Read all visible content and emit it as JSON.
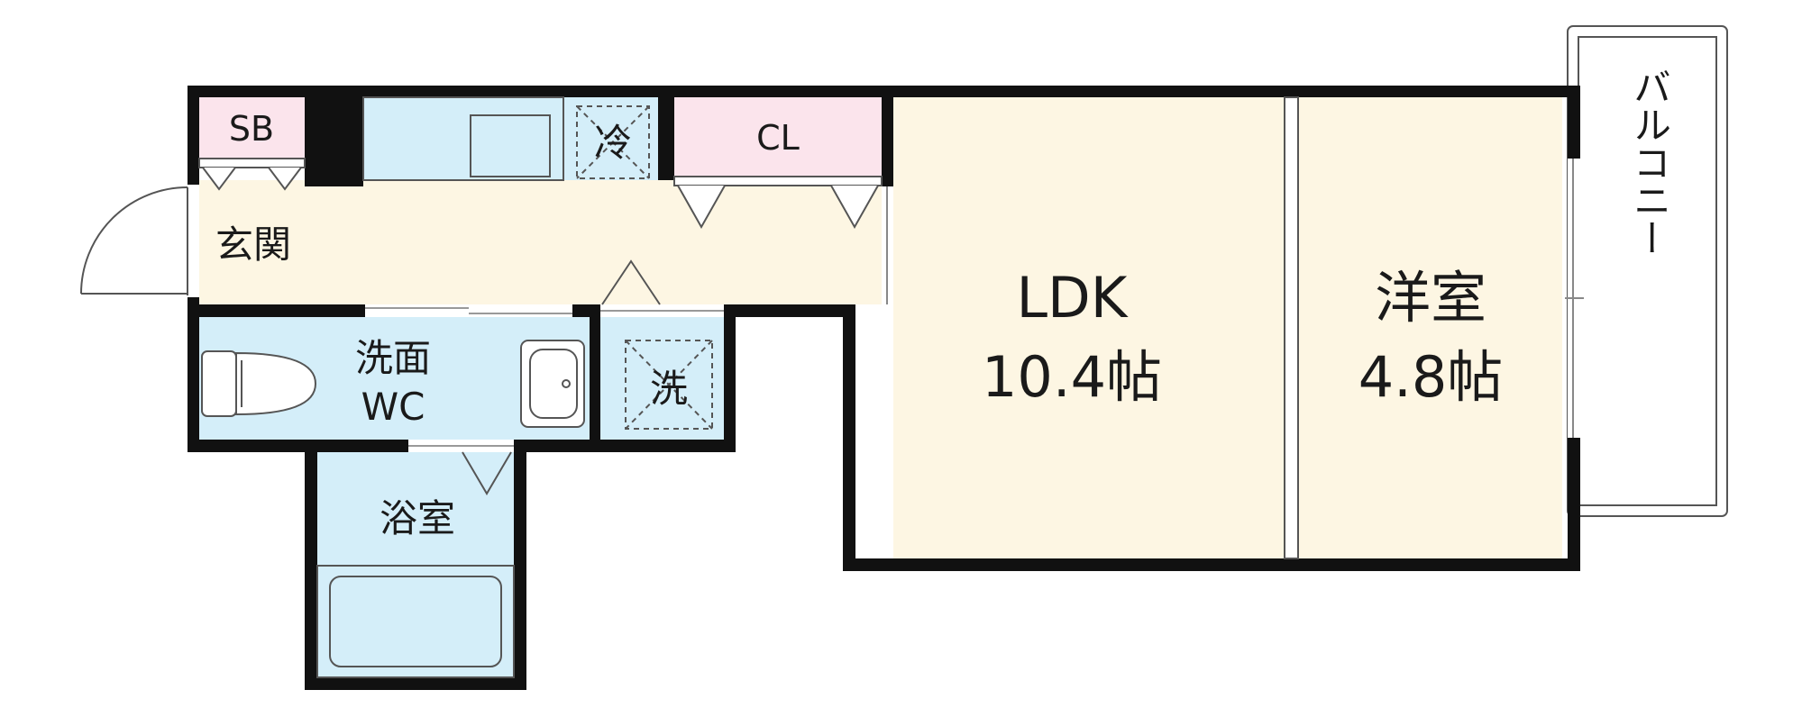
{
  "rooms": {
    "sb": "SB",
    "genkan": "玄関",
    "fridge": "冷",
    "closet": "CL",
    "ldk": "LDK",
    "ldk_area": "10.4帖",
    "western": "洋室",
    "western_area": "4.8帖",
    "washroom": "洗面",
    "wc": "WC",
    "washer": "洗",
    "bath": "浴室",
    "balcony": "バルコニー"
  },
  "colors": {
    "wall": "#111111",
    "floor_dry": "#fdf6e3",
    "floor_wet": "#d4eef9",
    "storage": "#fbe4ec",
    "balcony": "#ffffff"
  }
}
